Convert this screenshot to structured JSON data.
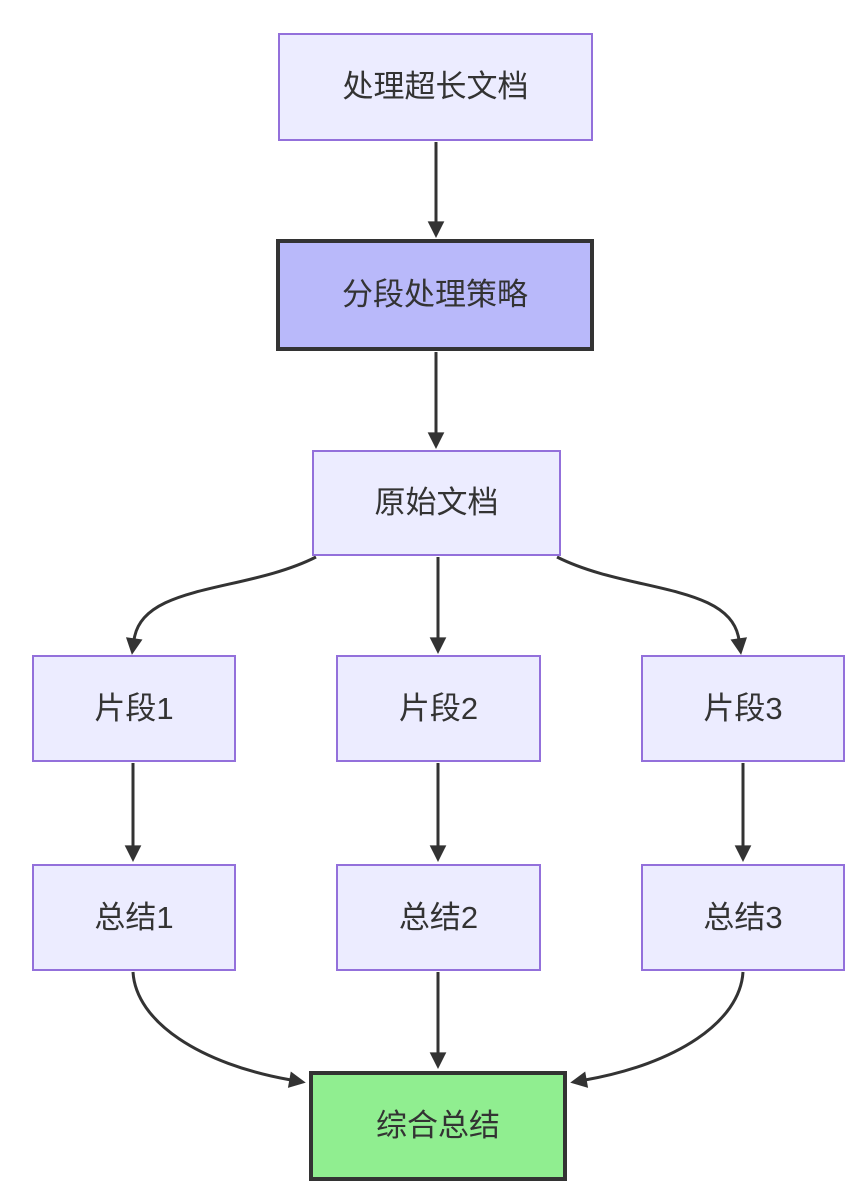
{
  "diagram_type": "flowchart-top-down",
  "nodes": {
    "process_long_doc": {
      "label": "处理超长文档",
      "style": "default"
    },
    "segment_strategy": {
      "label": "分段处理策略",
      "style": "highlight"
    },
    "original_doc": {
      "label": "原始文档",
      "style": "default"
    },
    "fragment_1": {
      "label": "片段1",
      "style": "default"
    },
    "fragment_2": {
      "label": "片段2",
      "style": "default"
    },
    "fragment_3": {
      "label": "片段3",
      "style": "default"
    },
    "summary_1": {
      "label": "总结1",
      "style": "default"
    },
    "summary_2": {
      "label": "总结2",
      "style": "default"
    },
    "summary_3": {
      "label": "总结3",
      "style": "default"
    },
    "final_summary": {
      "label": "综合总结",
      "style": "final"
    }
  },
  "edges": [
    {
      "from": "process_long_doc",
      "to": "segment_strategy"
    },
    {
      "from": "segment_strategy",
      "to": "original_doc"
    },
    {
      "from": "original_doc",
      "to": "fragment_1"
    },
    {
      "from": "original_doc",
      "to": "fragment_2"
    },
    {
      "from": "original_doc",
      "to": "fragment_3"
    },
    {
      "from": "fragment_1",
      "to": "summary_1"
    },
    {
      "from": "fragment_2",
      "to": "summary_2"
    },
    {
      "from": "fragment_3",
      "to": "summary_3"
    },
    {
      "from": "summary_1",
      "to": "final_summary"
    },
    {
      "from": "summary_2",
      "to": "final_summary"
    },
    {
      "from": "summary_3",
      "to": "final_summary"
    }
  ],
  "colors": {
    "node_fill": "#ECECFF",
    "node_border": "#9370DB",
    "highlight_fill": "#B9B9FA",
    "strong_border": "#333333",
    "final_fill": "#90EE90",
    "edge": "#333333",
    "text": "#333333",
    "bg": "#FFFFFF"
  }
}
